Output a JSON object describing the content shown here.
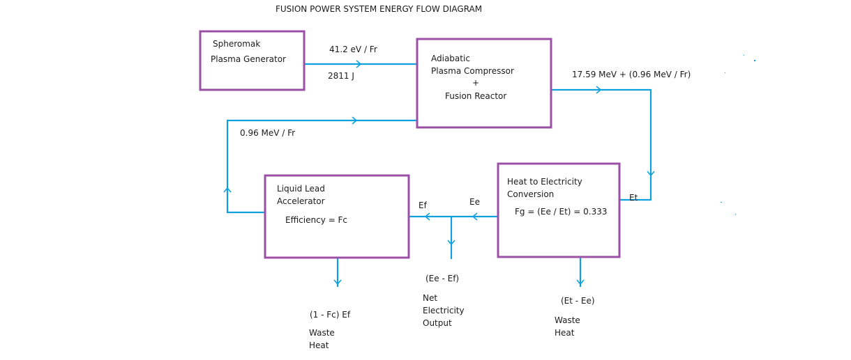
{
  "title": "FUSION POWER SYSTEM ENERGY FLOW DIAGRAM",
  "colors": {
    "box_border": "#9b4fa6",
    "flow_line": "#0ea0de",
    "text": "#1a1a1a",
    "background": "#ffffff"
  },
  "blocks": {
    "generator": {
      "lines": [
        "Spheromak",
        "Plasma Generator"
      ]
    },
    "compressor": {
      "lines": [
        "Adiabatic",
        "Plasma Compressor",
        "+",
        "Fusion Reactor"
      ]
    },
    "converter": {
      "lines": [
        "Heat to Electricity",
        "Conversion"
      ],
      "formula": "Fg = (Ee / Et) = 0.333"
    },
    "accelerator": {
      "lines": [
        "Liquid Lead",
        "Accelerator"
      ],
      "efficiency": "Efficiency = Fc"
    }
  },
  "flows": {
    "generator_to_compressor": {
      "top": "41.2 eV / Fr",
      "bottom": "2811 J"
    },
    "compressor_output": "17.59 MeV + (0.96 MeV / Fr)",
    "thermal_energy": "Et",
    "electric_energy": "Ee",
    "feedback_energy": "Ef",
    "recirculated": "0.96 MeV / Fr"
  },
  "outputs": {
    "accelerator_waste": {
      "expr": "(1 - Fc) Ef",
      "lines": [
        "Waste",
        "Heat"
      ]
    },
    "net_electricity": {
      "expr": "(Ee - Ef)",
      "lines": [
        "Net",
        "Electricity",
        "Output"
      ]
    },
    "converter_waste": {
      "expr": "(Et - Ee)",
      "lines": [
        "Waste",
        "Heat"
      ]
    }
  }
}
